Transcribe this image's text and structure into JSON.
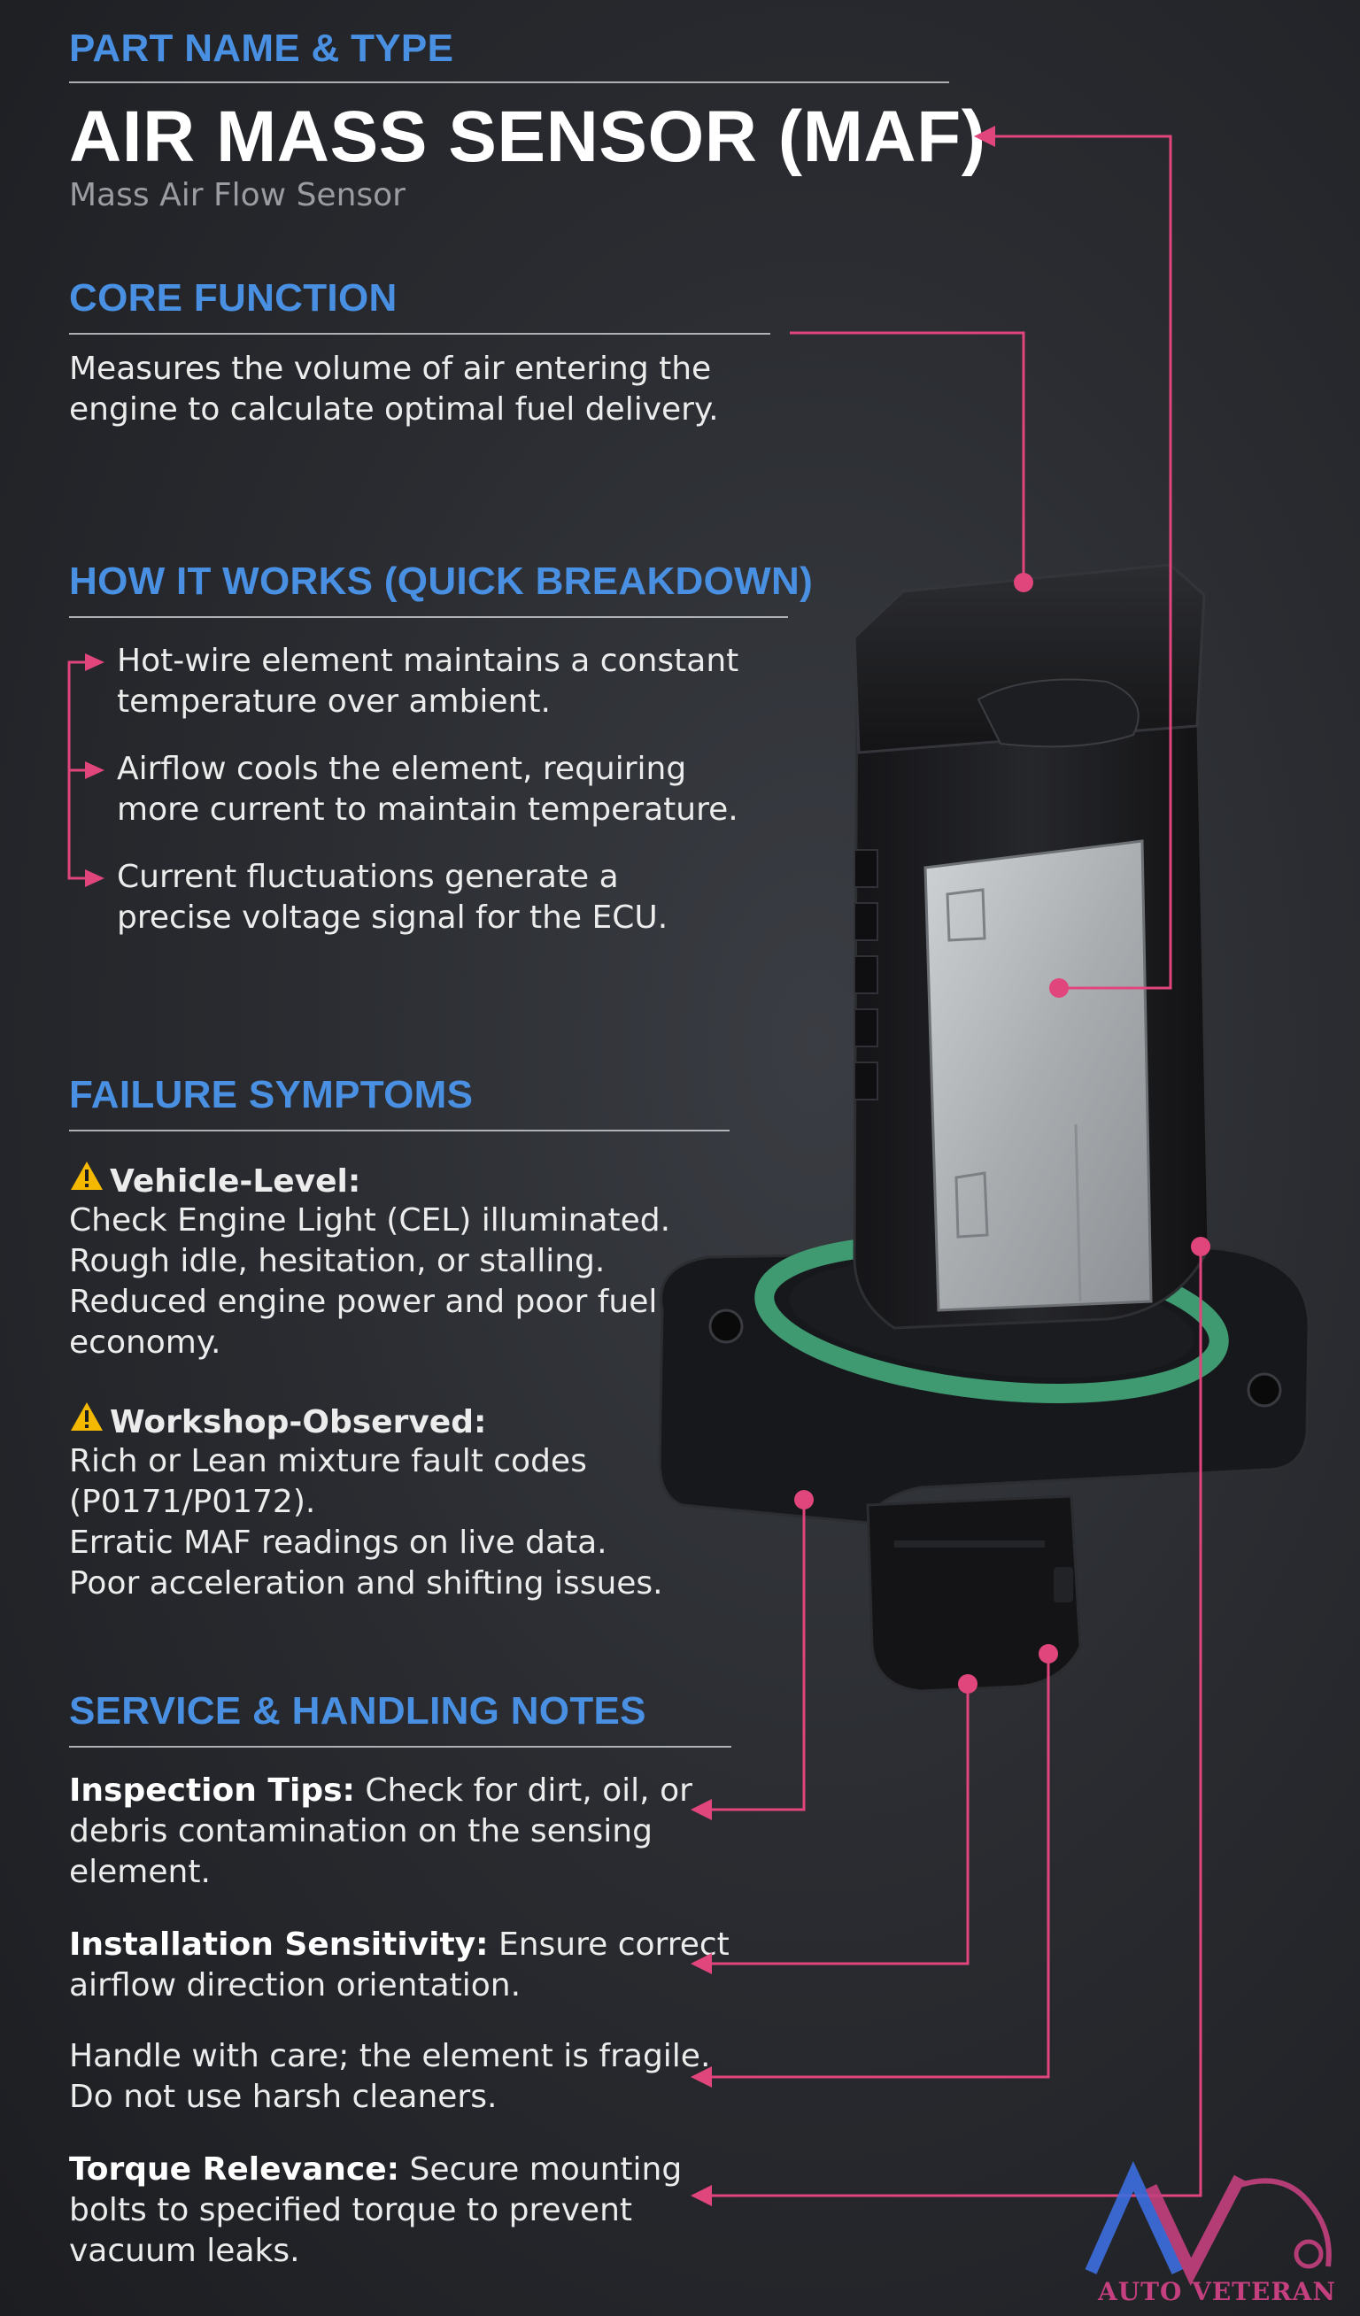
{
  "header": {
    "section_label": "PART NAME & TYPE",
    "title": "AIR MASS SENSOR (MAF)",
    "subtitle": "Mass Air Flow Sensor"
  },
  "core_function": {
    "heading": "CORE FUNCTION",
    "lines": [
      "Measures the volume of air entering the",
      "engine to calculate optimal fuel delivery."
    ]
  },
  "how_it_works": {
    "heading": "HOW IT WORKS (QUICK BREAKDOWN)",
    "items": [
      {
        "line1": "Hot-wire element maintains a constant",
        "line2": "temperature over ambient."
      },
      {
        "line1": "Airflow cools the element, requiring",
        "line2": "more current to maintain temperature."
      },
      {
        "line1": "Current fluctuations generate a",
        "line2": "precise voltage signal for the ECU."
      }
    ]
  },
  "failure_symptoms": {
    "heading": "FAILURE SYMPTOMS",
    "vehicle": {
      "label": "Vehicle-Level:",
      "lines": [
        "Check Engine Light (CEL) illuminated.",
        "Rough idle, hesitation, or stalling.",
        "Reduced engine power and poor fuel",
        "economy."
      ]
    },
    "workshop": {
      "label": "Workshop-Observed:",
      "lines": [
        "Rich or Lean mixture fault codes",
        "(P0171/P0172).",
        "Erratic MAF readings on live data.",
        "Poor acceleration and shifting issues."
      ]
    }
  },
  "service": {
    "heading": "SERVICE & HANDLING NOTES",
    "notes": [
      {
        "label": "Inspection Tips:",
        "line1": " Check for dirt, oil, or",
        "line2": "debris contamination on the sensing",
        "line3": "element."
      },
      {
        "label": "Installation Sensitivity:",
        "line1": " Ensure correct",
        "line2": "airflow direction orientation.",
        "line3": ""
      },
      {
        "label": "",
        "line1": "Handle with care; the element is fragile.",
        "line2": "Do not use harsh cleaners.",
        "line3": ""
      },
      {
        "label": "Torque Relevance:",
        "line1": " Secure mounting",
        "line2": "bolts to specified torque to prevent",
        "line3": "vacuum leaks."
      }
    ]
  },
  "logo": {
    "text": "AUTO VETERAN",
    "mark": "AV"
  },
  "icons": {
    "warning": "warning-triangle-icon",
    "arrow": "arrow-right-icon"
  },
  "colors": {
    "accent_blue": "#4a90e2",
    "callout_pink": "#e0457b",
    "seal_green": "#3f9a72"
  }
}
